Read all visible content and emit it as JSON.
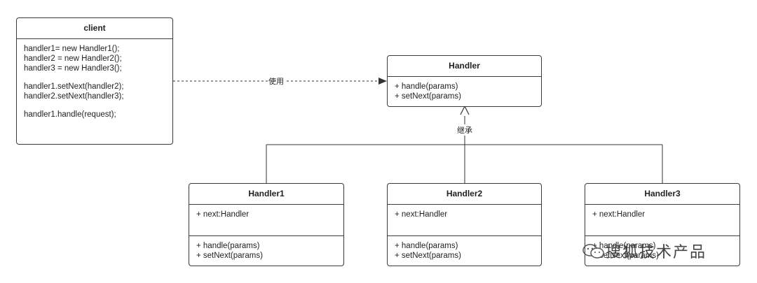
{
  "client": {
    "title": "client",
    "lines": [
      "handler1= new Handler1();",
      "handler2 = new Handler2();",
      "handler3 = new Handler3();",
      "",
      "handler1.setNext(handler2);",
      "handler2.setNext(handler3);",
      "",
      "handler1.handle(request);"
    ]
  },
  "handler": {
    "title": "Handler",
    "methods": [
      "+ handle(params)",
      "+ setNext(params)"
    ]
  },
  "subclasses": [
    {
      "title": "Handler1",
      "attributes": [
        "+ next:Handler"
      ],
      "methods": [
        "+ handle(params)",
        "+ setNext(params)"
      ]
    },
    {
      "title": "Handler2",
      "attributes": [
        "+ next:Handler"
      ],
      "methods": [
        "+ handle(params)",
        "+ setNext(params)"
      ]
    },
    {
      "title": "Handler3",
      "attributes": [
        "+ next:Handler"
      ],
      "methods": [
        "+ handle(params)",
        "+ setNext(params)"
      ]
    }
  ],
  "edges": {
    "uses_label": "使用",
    "inherits_label": "继承"
  },
  "watermark": {
    "text": "搜狐技术产品"
  }
}
